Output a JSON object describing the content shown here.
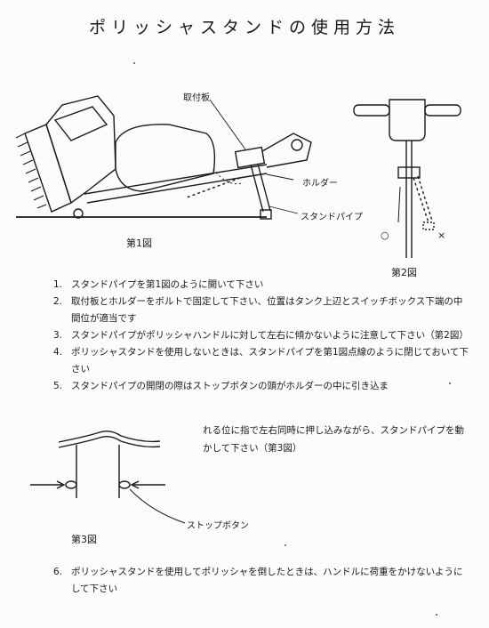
{
  "title": "ポリッシャスタンドの使用方法",
  "figure1": {
    "caption": "第1図",
    "labels": {
      "mounting_plate": "取付板",
      "holder": "ホルダー",
      "stand_pipe": "スタンドパイプ"
    }
  },
  "figure2": {
    "caption": "第2図",
    "mark_ok": "○",
    "mark_ng": "×"
  },
  "figure3": {
    "caption": "第3図",
    "stop_button_label": "ストップボタン"
  },
  "steps": [
    {
      "num": "1.",
      "text": "スタンドパイプを第1図のように開いて下さい"
    },
    {
      "num": "2.",
      "text": "取付板とホルダーをボルトで固定して下さい、位置はタンク上辺とスイッチボックス下端の中間位が適当です"
    },
    {
      "num": "3.",
      "text": "スタンドパイプがポリッシャハンドルに対して左右に傾かないように注意して下さい（第2図）"
    },
    {
      "num": "4.",
      "text": "ポリッシャスタンドを使用しないときは、スタンドパイプを第1図点線のように閉じておいて下さい"
    },
    {
      "num": "5.",
      "text": "スタンドパイプの開閉の際はストップボタンの頭がホルダーの中に引き込ま"
    }
  ],
  "step5_continued": "れる位に指で左右同時に押し込みながら、スタンドパイプを動かして下さい（第3図）",
  "step6": {
    "num": "6.",
    "text": "ポリッシャスタンドを使用してポリッシャを倒したときは、ハンドルに荷重をかけないようにして下さい"
  }
}
